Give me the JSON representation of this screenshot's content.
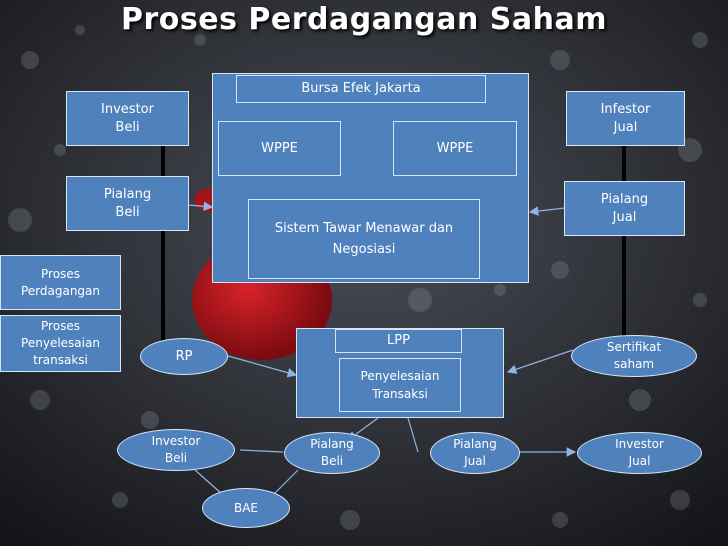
{
  "title": "Proses Perdagangan Saham",
  "colors": {
    "box_fill": "#4f81bd",
    "box_border": "#d6e4f5",
    "vertical_line": "#000000"
  },
  "bursa": {
    "header": "Bursa Efek Jakarta",
    "wppe_left": "WPPE",
    "wppe_right": "WPPE",
    "sistem": "Sistem Tawar Menawar dan\nNegosiasi"
  },
  "left_column": {
    "investor_beli": "Investor\nBeli",
    "pialang_beli": "Pialang\nBeli"
  },
  "right_column": {
    "infestor_jual": "Infestor\nJual",
    "pialang_jual": "Pialang\nJual"
  },
  "stage_labels": {
    "perdagangan": "Proses\nPerdagangan",
    "penyelesaian": "Proses\nPenyelesaian\ntransaksi"
  },
  "settlement": {
    "lpp": "LPP",
    "penyelesaian": "Penyelesaian\nTransaksi",
    "rp": "RP",
    "sertifikat": "Sertifikat\nsaham",
    "investor_beli": "Investor\nBeli",
    "pialang_beli": "Pialang\nBeli",
    "pialang_jual": "Pialang\nJual",
    "investor_jual": "Investor\nJual",
    "bae": "BAE"
  }
}
